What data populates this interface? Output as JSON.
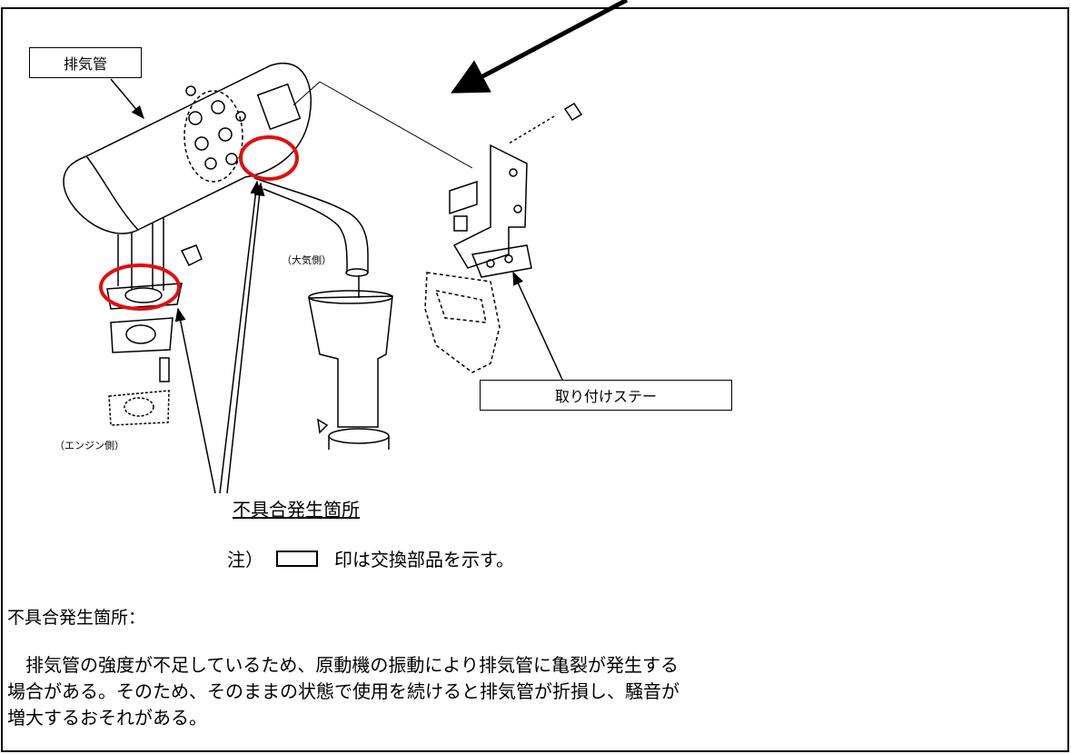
{
  "labels": {
    "exhaust_pipe": "排気管",
    "atmosphere_side": "（大気側）",
    "engine_side": "（エンジン側）",
    "mounting_stay": "取り付けステー",
    "defect_location": "不具合発生箇所"
  },
  "note": {
    "prefix": "注）",
    "suffix": "印は交換部品を示す。"
  },
  "description": {
    "heading": "不具合発生箇所：",
    "lines": [
      "　排気管の強度が不足しているため、原動機の振動により排気管に亀裂が発生する",
      "場合がある。そのため、そのままの状態で使用を続けると排気管が折損し、騒音が",
      "増大するおそれがある。"
    ]
  },
  "colors": {
    "highlight_circle": "#e01010",
    "line": "#000000"
  }
}
